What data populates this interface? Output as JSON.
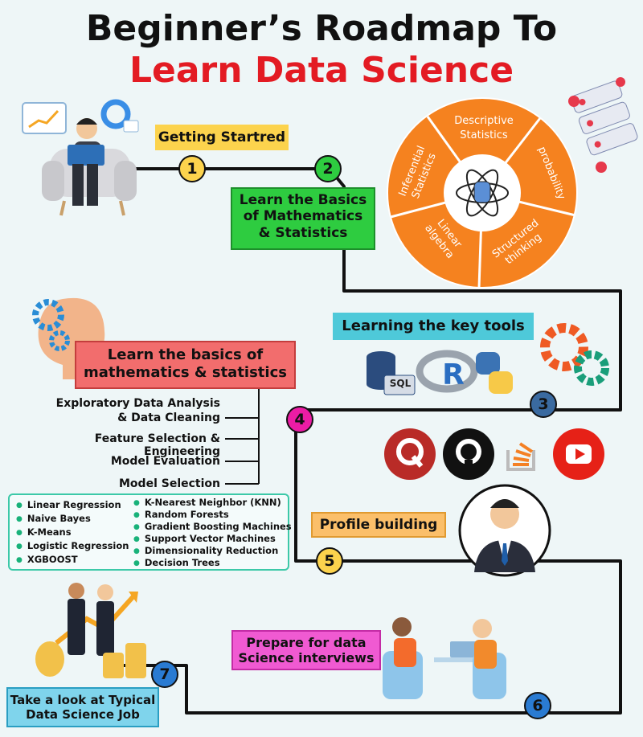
{
  "title": {
    "line1": "Beginner’s Roadmap To",
    "line2": "Learn Data Science"
  },
  "steps": [
    {
      "num": "1",
      "label": "Getting Startred"
    },
    {
      "num": "2",
      "label_lines": [
        "Learn the Basics",
        "of Mathematics",
        "& Statistics"
      ]
    },
    {
      "num": "3",
      "label": "Learning the key tools"
    },
    {
      "num": "4",
      "label_lines": [
        "Learn the basics of",
        "mathematics & statistics"
      ]
    },
    {
      "num": "5",
      "label": "Profile building"
    },
    {
      "num": "6",
      "label_lines": [
        "Prepare for data",
        "Science interviews"
      ]
    },
    {
      "num": "7",
      "label_lines": [
        "Take a look at Typical",
        "Data Science Job"
      ]
    }
  ],
  "wheel": {
    "segments": [
      "Descriptive Statistics",
      "probability",
      "Structured thinking",
      "Linear algebra",
      "Inferential Statistics"
    ]
  },
  "tools": {
    "sql": "SQL",
    "r": "R"
  },
  "ml_topics": [
    "Exploratory Data Analysis & Data Cleaning",
    "Feature Selection & Engineering",
    "Model Evaluation",
    "Model Selection"
  ],
  "algorithms": {
    "left": [
      "Linear Regression",
      "Naive Bayes",
      "K-Means",
      "Logistic Regression",
      "XGBOOST"
    ],
    "right": [
      "K-Nearest Neighbor (KNN)",
      "Random Forests",
      "Gradient Boosting Machines",
      "Support Vector Machines",
      "Dimensionality Reduction",
      "Decision Trees"
    ]
  },
  "colors": {
    "title_red": "#e31b23",
    "step1": "#fcd34d",
    "step2": "#2ecc40",
    "step3": "#4ec9d9",
    "step4": "#f26d6d",
    "step5": "#fbbf6a",
    "step6": "#f05ad2",
    "step7": "#7fd4ec"
  }
}
